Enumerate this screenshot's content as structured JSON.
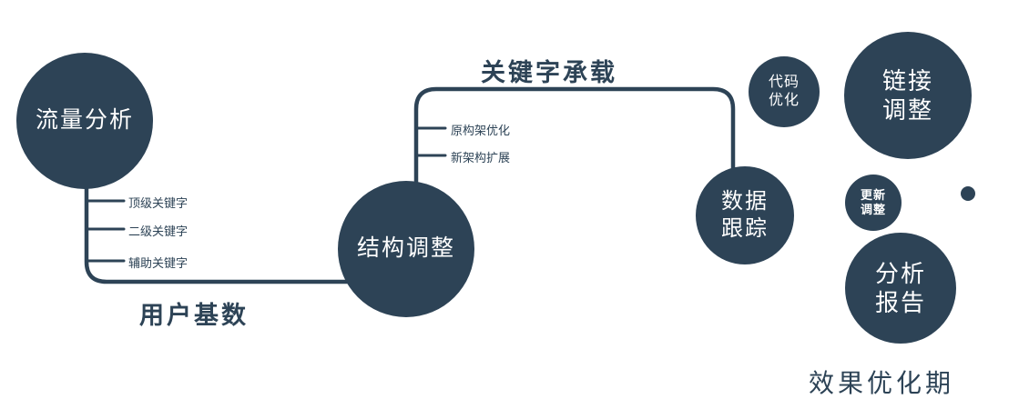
{
  "colors": {
    "primary": "#2d4356",
    "background": "#ffffff",
    "node_text": "#ffffff"
  },
  "nodes": {
    "traffic": {
      "label": "流量分析"
    },
    "structure": {
      "label": "结构调整"
    },
    "data_tracking": {
      "line1": "数据",
      "line2": "跟踪"
    },
    "code_optimization": {
      "line1": "代码",
      "line2": "优化"
    },
    "link_adjustment": {
      "line1": "链接",
      "line2": "调整"
    },
    "update_adjustment": {
      "line1": "更新",
      "line2": "调整"
    },
    "analysis_report": {
      "line1": "分析",
      "line2": "报告"
    }
  },
  "edges": {
    "user_base_label": "用户基数",
    "keyword_carry_label": "关键字承载"
  },
  "traffic_branches": [
    "顶级关键字",
    "二级关键字",
    "辅助关键字"
  ],
  "structure_branches": [
    "原构架优化",
    "新架构扩展"
  ],
  "footer_label": "效果优化期"
}
